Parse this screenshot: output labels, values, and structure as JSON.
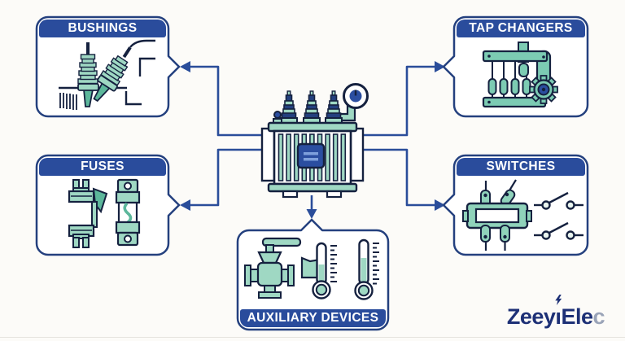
{
  "diagram": {
    "subject": "transformer-components",
    "boxes": [
      {
        "id": "bushings",
        "label": "BUSHINGS",
        "position": "top-left"
      },
      {
        "id": "tap-changers",
        "label": "TAP CHANGERS",
        "position": "top-right"
      },
      {
        "id": "fuses",
        "label": "FUSES",
        "position": "middle-left"
      },
      {
        "id": "switches",
        "label": "SWITCHES",
        "position": "middle-right"
      },
      {
        "id": "auxiliary-devices",
        "label": "AUXILIARY DEVICES",
        "position": "bottom-center"
      }
    ],
    "center_icon": "oil-immersed-distribution-transformer",
    "connections": [
      {
        "from": "transformer",
        "to": "bushings"
      },
      {
        "from": "transformer",
        "to": "tap-changers"
      },
      {
        "from": "transformer",
        "to": "fuses"
      },
      {
        "from": "transformer",
        "to": "switches"
      },
      {
        "from": "transformer",
        "to": "auxiliary-devices"
      }
    ]
  },
  "logo": {
    "full_name": "ZeeyiElec",
    "prefix": "Zeey",
    "i_char": "ı",
    "suffix": "Ele",
    "last_char": "c"
  },
  "colors": {
    "background": "#fcfbf8",
    "box_border": "#24407e",
    "header_fill": "#2a4c9c",
    "header_text": "#ffffff",
    "connector": "#2a4d9a",
    "teal_light": "#9fd8c3",
    "teal_dark": "#5cb79b",
    "accent_blue": "#2b4ea0",
    "outline_ink": "#15213f",
    "logo_navy": "#1d3076",
    "logo_fade": "#9aa4b8"
  }
}
